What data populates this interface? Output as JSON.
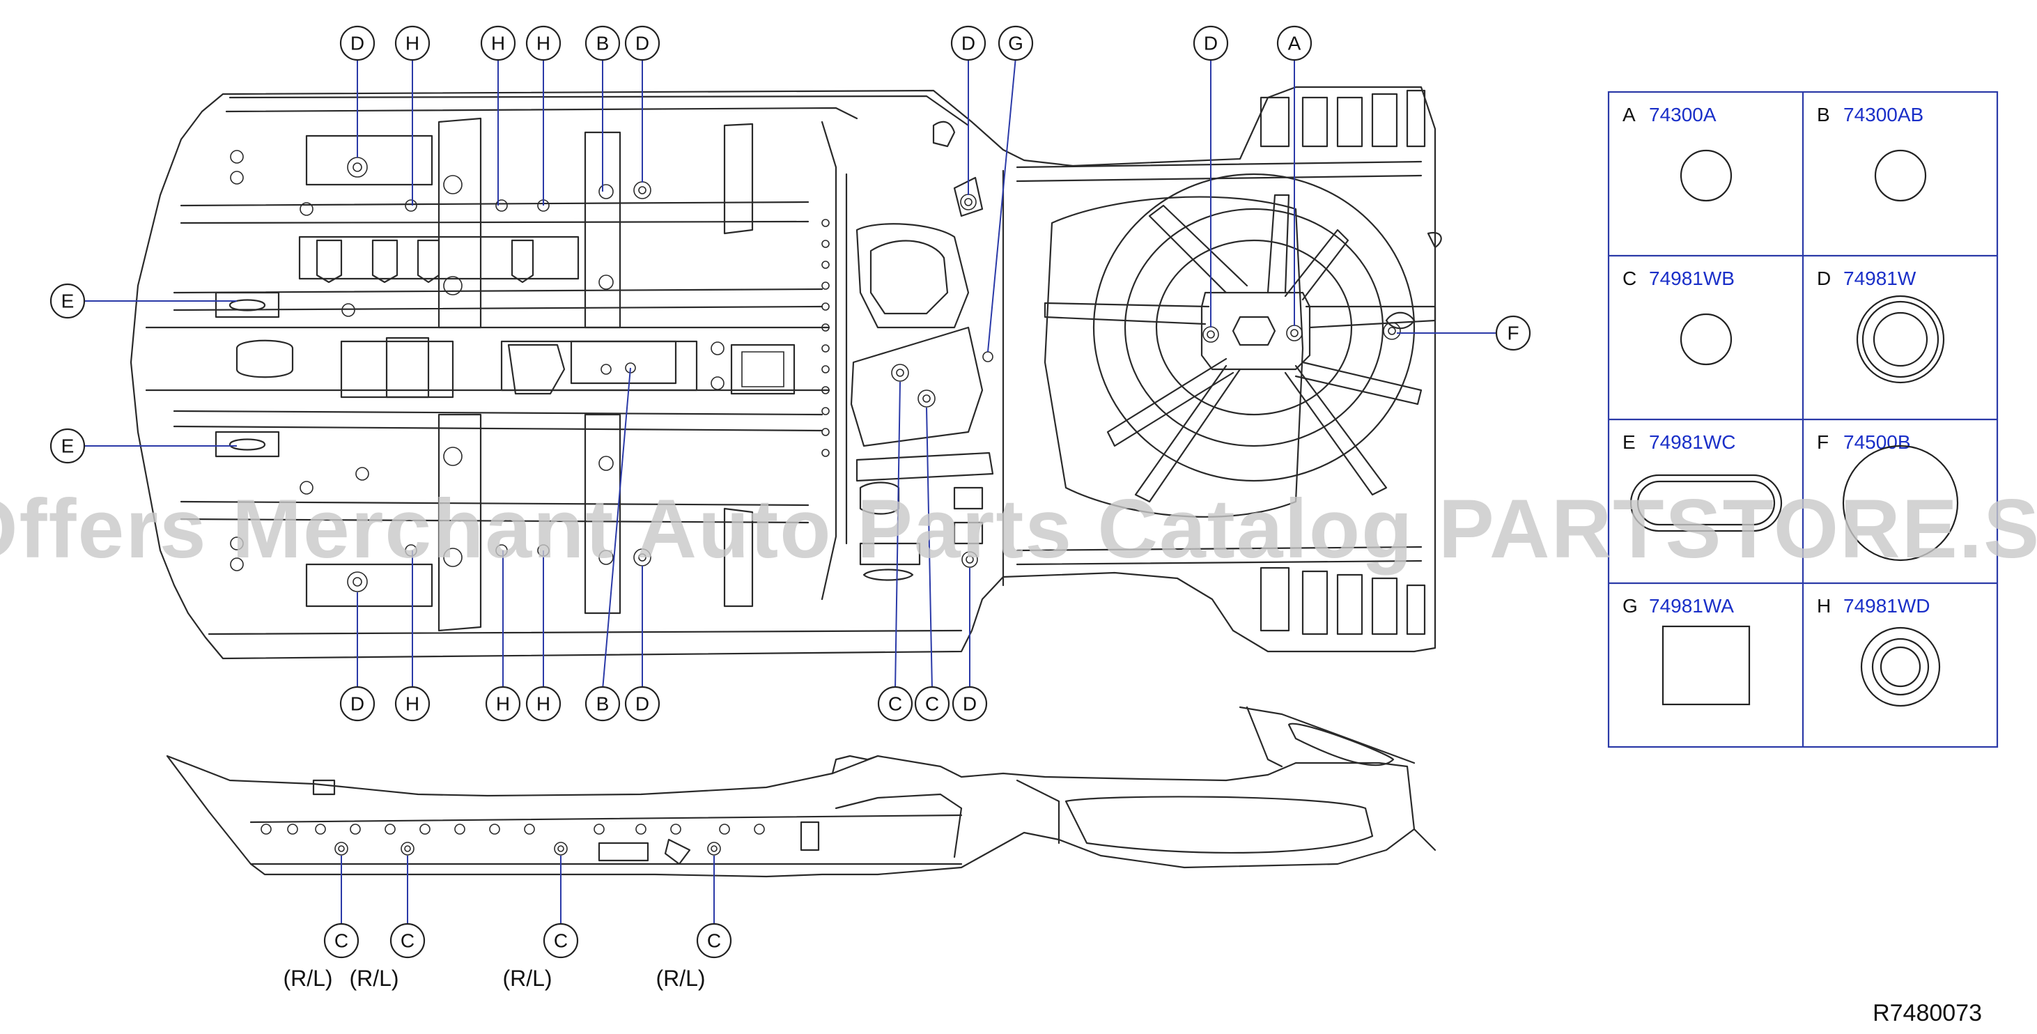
{
  "watermark": "Offers Merchant Auto Parts Catalog PARTSTORE.SA",
  "diagram_code": "R7480073",
  "callouts": {
    "top_row": [
      "D",
      "H",
      "H",
      "H",
      "B",
      "D",
      "D",
      "G",
      "D",
      "A"
    ],
    "bottom_row": [
      "D",
      "H",
      "H",
      "H",
      "B",
      "D",
      "C",
      "C",
      "D"
    ],
    "left_side": [
      "E",
      "E"
    ],
    "right_side": [
      "F"
    ],
    "side_view": [
      "C",
      "C",
      "C",
      "C"
    ]
  },
  "side_view_labels": [
    "(R/L)",
    "(R/L)",
    "(R/L)",
    "(R/L)"
  ],
  "parts_table": [
    {
      "letter": "A",
      "part": "74300A",
      "symbol": "circle"
    },
    {
      "letter": "B",
      "part": "74300AB",
      "symbol": "circle"
    },
    {
      "letter": "C",
      "part": "74981WB",
      "symbol": "circle"
    },
    {
      "letter": "D",
      "part": "74981W",
      "symbol": "double-ring"
    },
    {
      "letter": "E",
      "part": "74981WC",
      "symbol": "oval"
    },
    {
      "letter": "F",
      "part": "74500B",
      "symbol": "large-circle"
    },
    {
      "letter": "G",
      "part": "74981WA",
      "symbol": "square"
    },
    {
      "letter": "H",
      "part": "74981WD",
      "symbol": "grommet"
    }
  ]
}
